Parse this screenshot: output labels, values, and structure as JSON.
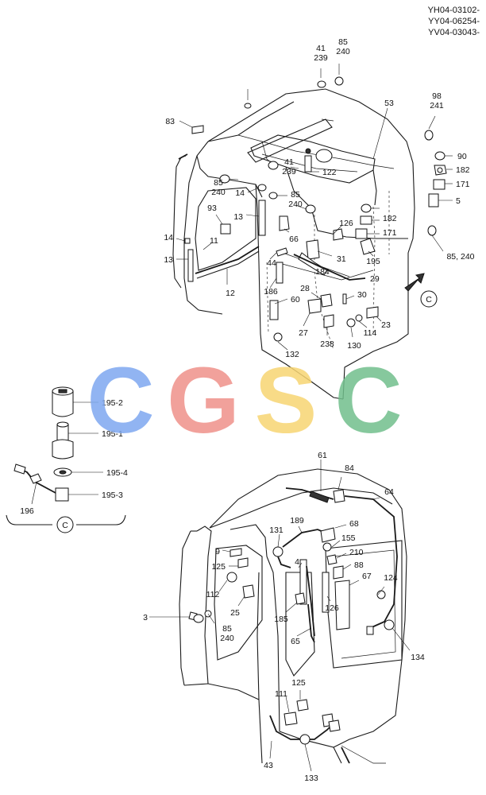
{
  "serials": [
    "YH04-03102-",
    "YY04-06254-",
    "YV04-03043-"
  ],
  "watermark": {
    "letters": [
      "C",
      "G",
      "S",
      "C"
    ],
    "colors": [
      "#7ea8f0",
      "#ef918a",
      "#f7d573",
      "#71bf8c"
    ]
  },
  "view_marker": "C",
  "upper_labels": [
    "41\n239",
    "85\n240",
    "98\n241",
    "83",
    "53",
    "90",
    "182",
    "171",
    "5",
    "41\n239",
    "122",
    "85\n240",
    "14",
    "85\n240",
    "93",
    "13",
    "66",
    "126",
    "182",
    "171",
    "14",
    "11",
    "13",
    "44",
    "186",
    "12",
    "184",
    "31",
    "195",
    "85, 240",
    "29",
    "28",
    "60",
    "30",
    "27",
    "238",
    "130",
    "114",
    "23",
    "132"
  ],
  "detail_labels": [
    "195-2",
    "195-1",
    "195-4",
    "195-3",
    "196"
  ],
  "lower_labels": [
    "61",
    "84",
    "64",
    "189",
    "68",
    "131",
    "155",
    "9",
    "210",
    "125",
    "4",
    "88",
    "112",
    "67",
    "124",
    "25",
    "126",
    "3",
    "85\n240",
    "185",
    "65",
    "134",
    "125",
    "111",
    "43",
    "133"
  ]
}
